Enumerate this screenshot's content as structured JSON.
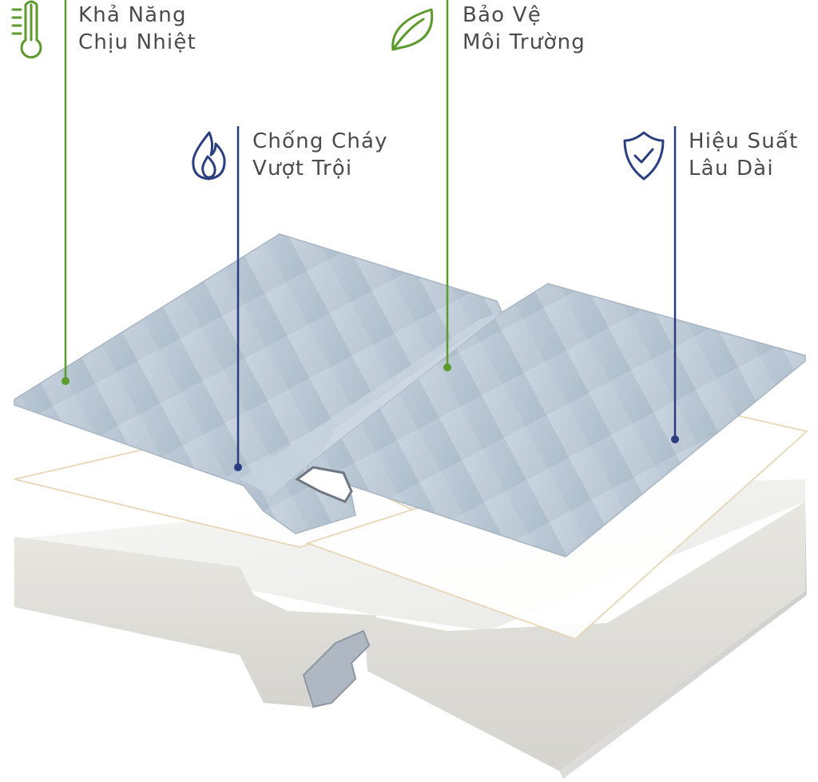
{
  "colors": {
    "green": "#5b9a2b",
    "blue": "#2b3f7f",
    "text": "#4b4b4b"
  },
  "features": [
    {
      "id": "thermal",
      "icon": "thermometer-icon",
      "line1": "Khả Năng",
      "line2": "Chịu Nhiệt",
      "color": "green"
    },
    {
      "id": "eco",
      "icon": "leaf-icon",
      "line1": "Bảo Vệ",
      "line2": "Môi Trường",
      "color": "green"
    },
    {
      "id": "fire",
      "icon": "flame-icon",
      "line1": "Chống Cháy",
      "line2": "Vượt Trội",
      "color": "blue"
    },
    {
      "id": "durable",
      "icon": "shield-check-icon",
      "line1": "Hiệu Suất",
      "line2": "Lâu Dài",
      "color": "blue"
    }
  ]
}
